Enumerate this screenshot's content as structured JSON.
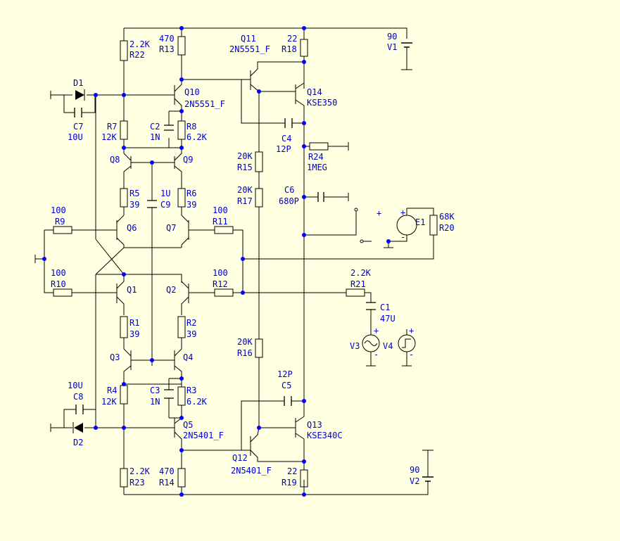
{
  "colors": {
    "background": "#ffffe1",
    "wire": "#000000",
    "label": "#0000cc",
    "junction": "#0000ff"
  },
  "components": {
    "V1": {
      "ref": "V1",
      "value": "90"
    },
    "V2": {
      "ref": "V2",
      "value": "90"
    },
    "V3": {
      "ref": "V3"
    },
    "V4": {
      "ref": "V4"
    },
    "E1": {
      "ref": "E1"
    },
    "D1": {
      "ref": "D1"
    },
    "D2": {
      "ref": "D2"
    },
    "C1": {
      "ref": "C1",
      "value": "47U"
    },
    "C2": {
      "ref": "C2",
      "value": "1N"
    },
    "C3": {
      "ref": "C3",
      "value": "1N"
    },
    "C4": {
      "ref": "C4",
      "value": "12P"
    },
    "C5": {
      "ref": "C5",
      "value": "12P"
    },
    "C6": {
      "ref": "C6",
      "value": "680P"
    },
    "C7": {
      "ref": "C7",
      "value": "10U"
    },
    "C8": {
      "ref": "C8",
      "value": "10U"
    },
    "C9": {
      "ref": "C9",
      "value": "1U"
    },
    "R1": {
      "ref": "R1",
      "value": "39"
    },
    "R2": {
      "ref": "R2",
      "value": "39"
    },
    "R3": {
      "ref": "R3",
      "value": "6.2K"
    },
    "R4": {
      "ref": "R4",
      "value": "12K"
    },
    "R5": {
      "ref": "R5",
      "value": "39"
    },
    "R6": {
      "ref": "R6",
      "value": "39"
    },
    "R7": {
      "ref": "R7",
      "value": "12K"
    },
    "R8": {
      "ref": "R8",
      "value": "6.2K"
    },
    "R9": {
      "ref": "R9",
      "value": "100"
    },
    "R10": {
      "ref": "R10",
      "value": "100"
    },
    "R11": {
      "ref": "R11",
      "value": "100"
    },
    "R12": {
      "ref": "R12",
      "value": "100"
    },
    "R13": {
      "ref": "R13",
      "value": "470"
    },
    "R14": {
      "ref": "R14",
      "value": "470"
    },
    "R15": {
      "ref": "R15",
      "value": "20K"
    },
    "R16": {
      "ref": "R16",
      "value": "20K"
    },
    "R17": {
      "ref": "R17",
      "value": "20K"
    },
    "R18": {
      "ref": "R18",
      "value": "22"
    },
    "R19": {
      "ref": "R19",
      "value": "22"
    },
    "R20": {
      "ref": "R20",
      "value": "68K"
    },
    "R21": {
      "ref": "R21",
      "value": "2.2K"
    },
    "R22": {
      "ref": "R22",
      "value": "2.2K"
    },
    "R23": {
      "ref": "R23",
      "value": "2.2K"
    },
    "R24": {
      "ref": "R24",
      "value": "1MEG"
    },
    "Q1": {
      "ref": "Q1"
    },
    "Q2": {
      "ref": "Q2"
    },
    "Q3": {
      "ref": "Q3"
    },
    "Q4": {
      "ref": "Q4"
    },
    "Q5": {
      "ref": "Q5",
      "value": "2N5401_F"
    },
    "Q6": {
      "ref": "Q6"
    },
    "Q7": {
      "ref": "Q7"
    },
    "Q8": {
      "ref": "Q8"
    },
    "Q9": {
      "ref": "Q9"
    },
    "Q10": {
      "ref": "Q10",
      "value": "2N5551_F"
    },
    "Q11": {
      "ref": "Q11",
      "value": "2N5551_F"
    },
    "Q12": {
      "ref": "Q12",
      "value": "2N5401_F"
    },
    "Q13": {
      "ref": "Q13",
      "value": "KSE340C"
    },
    "Q14": {
      "ref": "Q14",
      "value": "KSE350"
    }
  },
  "symbols": {
    "plus": "+",
    "minus": "-"
  }
}
